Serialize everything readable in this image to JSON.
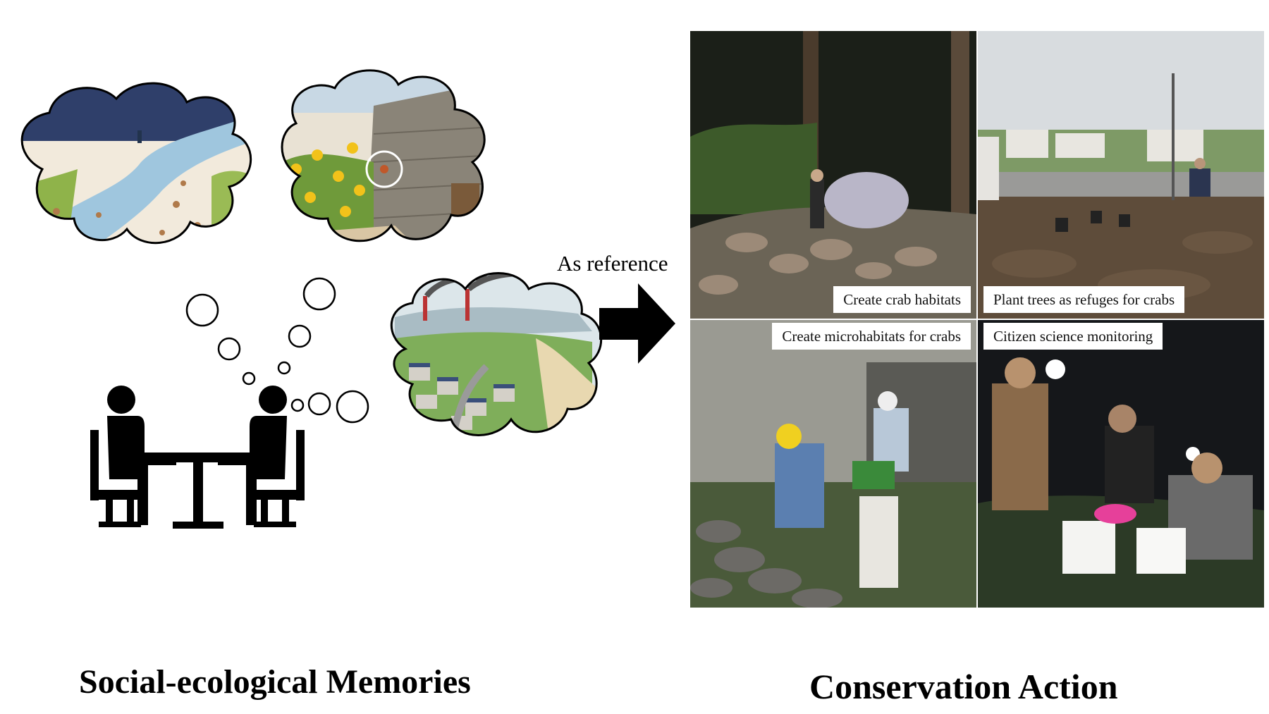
{
  "diagram": {
    "arrow_label": "As reference",
    "left_title": "Social-ecological Memories",
    "right_title": "Conservation Action",
    "photos": [
      {
        "caption": "Create crab habitats",
        "scene": "night-forest-habitat"
      },
      {
        "caption": "Plant trees as refuges for crabs",
        "scene": "roadside-planting"
      },
      {
        "caption": "Create microhabitats for crabs",
        "scene": "stone-microhabitat"
      },
      {
        "caption": "Citizen science monitoring",
        "scene": "night-monitoring"
      }
    ],
    "colors": {
      "background": "#ffffff",
      "text": "#000000",
      "icon": "#000000",
      "caption_bg": "#ffffff"
    },
    "icon_names": [
      "people-meeting-icon",
      "thought-bubble-icon",
      "right-arrow-icon"
    ]
  }
}
